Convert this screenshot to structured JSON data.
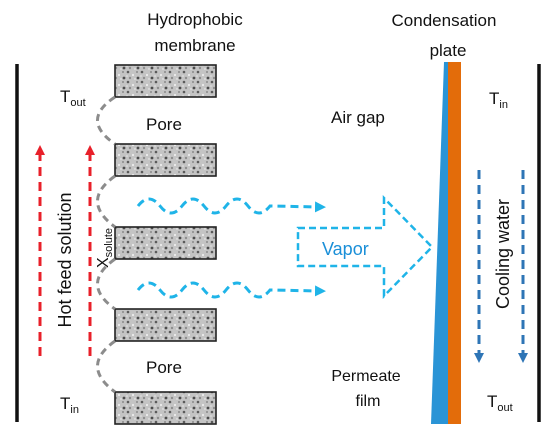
{
  "labels": {
    "membrane_line1": "Hydrophobic",
    "membrane_line2": "membrane",
    "condensation_line1": "Condensation",
    "condensation_line2": "plate",
    "t_letter": "T",
    "sub_out": "out",
    "sub_in": "in",
    "pore": "Pore",
    "air_gap": "Air gap",
    "x_letter": "X",
    "sub_solute": "solute",
    "vapor": "Vapor",
    "hot_feed": "Hot feed solution",
    "cooling_water": "Cooling water",
    "permeate_line1": "Permeate",
    "permeate_line2": "film"
  },
  "colors": {
    "feed_arrow": "#e8202a",
    "cooling_arrow": "#2e75b6",
    "vapor": "#1fb4e8",
    "vapor_text": "#1a8fd8",
    "plate": "#e36c0a",
    "permeate_film": "#2a94d6",
    "pore_curve": "#8c8c8c",
    "wall": "#111111"
  }
}
